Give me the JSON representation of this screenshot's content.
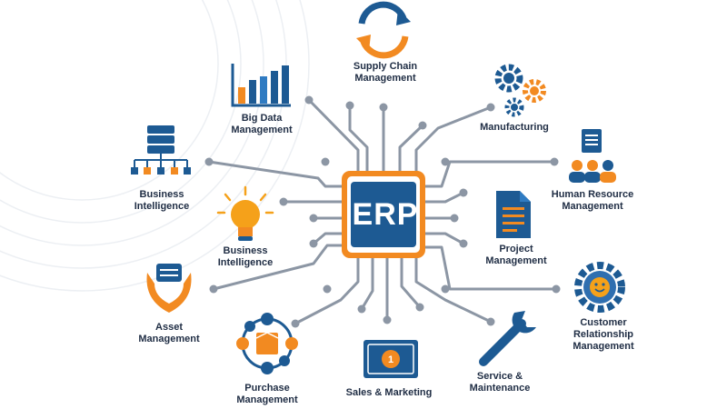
{
  "center": {
    "label": "ERP"
  },
  "modules": [
    {
      "id": "supply-chain",
      "icon": "sync-arrows-icon",
      "line1": "Supply Chain",
      "line2": "Management"
    },
    {
      "id": "big-data",
      "icon": "bar-chart-icon",
      "line1": "Big Data",
      "line2": "Management"
    },
    {
      "id": "manufacturing",
      "icon": "gears-icon",
      "line1": "Manufacturing",
      "line2": ""
    },
    {
      "id": "bi-left",
      "icon": "database-network-icon",
      "line1": "Business",
      "line2": "Intelligence"
    },
    {
      "id": "human-resource",
      "icon": "org-chart-people-icon",
      "line1": "Human Resource",
      "line2": "Management"
    },
    {
      "id": "bi-inner",
      "icon": "lightbulb-icon",
      "line1": "Business",
      "line2": "Intelligence"
    },
    {
      "id": "project",
      "icon": "document-icon",
      "line1": "Project",
      "line2": "Management"
    },
    {
      "id": "asset",
      "icon": "hands-holding-icon",
      "line1": "Asset",
      "line2": "Management"
    },
    {
      "id": "crm",
      "icon": "smiley-gear-icon",
      "line1": "Customer",
      "line2": "Relationship",
      "line3": "Management"
    },
    {
      "id": "purchase",
      "icon": "box-network-icon",
      "line1": "Purchase",
      "line2": "Management"
    },
    {
      "id": "sales",
      "icon": "banknote-icon",
      "line1": "Sales & Marketing",
      "line2": ""
    },
    {
      "id": "service",
      "icon": "wrench-icon",
      "line1": "Service &",
      "line2": "Maintenance"
    }
  ],
  "colors": {
    "navy": "#1d5a93",
    "orange": "#f28a21",
    "line": "#8c96a4",
    "text": "#1f2d44"
  }
}
